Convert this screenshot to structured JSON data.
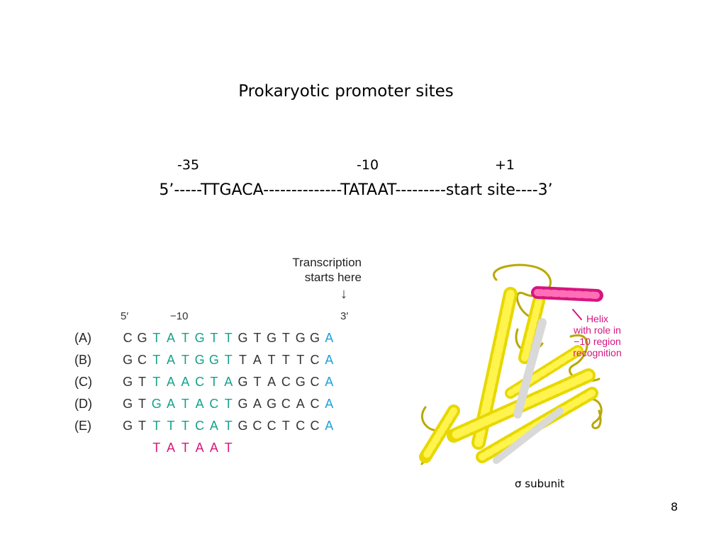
{
  "slide": {
    "title": "Prokaryotic promoter sites",
    "page_number": "8"
  },
  "promoter": {
    "pos_minus35": "-35",
    "pos_minus10": "-10",
    "pos_plus1": "+1",
    "sequence_line": "5’-----TTGACA--------------TATAAT---------start site----3’"
  },
  "figure": {
    "transcription_line1": "Transcription",
    "transcription_line2": "starts here",
    "arrow": "↓",
    "end5": "5′",
    "minus10": "−10",
    "end3": "3′",
    "rows": [
      {
        "label": "(A)",
        "seq": [
          "C",
          "G",
          "T",
          "A",
          "T",
          "G",
          "T",
          "T",
          "G",
          "T",
          "G",
          "T",
          "G",
          "G",
          "A"
        ]
      },
      {
        "label": "(B)",
        "seq": [
          "G",
          "C",
          "T",
          "A",
          "T",
          "G",
          "G",
          "T",
          "T",
          "A",
          "T",
          "T",
          "T",
          "C",
          "A"
        ]
      },
      {
        "label": "(C)",
        "seq": [
          "G",
          "T",
          "T",
          "A",
          "A",
          "C",
          "T",
          "A",
          "G",
          "T",
          "A",
          "C",
          "G",
          "C",
          "A"
        ]
      },
      {
        "label": "(D)",
        "seq": [
          "G",
          "T",
          "G",
          "A",
          "T",
          "A",
          "C",
          "T",
          "G",
          "A",
          "G",
          "C",
          "A",
          "C",
          "A"
        ]
      },
      {
        "label": "(E)",
        "seq": [
          "G",
          "T",
          "T",
          "T",
          "T",
          "C",
          "A",
          "T",
          "G",
          "C",
          "C",
          "T",
          "C",
          "C",
          "A"
        ]
      }
    ],
    "consensus": [
      "T",
      "A",
      "T",
      "A",
      "A",
      "T"
    ],
    "colors": {
      "conserved": "#16a08c",
      "start": "#1fa0d8",
      "consensus": "#d6157f",
      "other": "#333333"
    }
  },
  "protein": {
    "helix_label": [
      "Helix",
      "with role in",
      "−10 region",
      "recognition"
    ],
    "caption": "σ subunit"
  }
}
